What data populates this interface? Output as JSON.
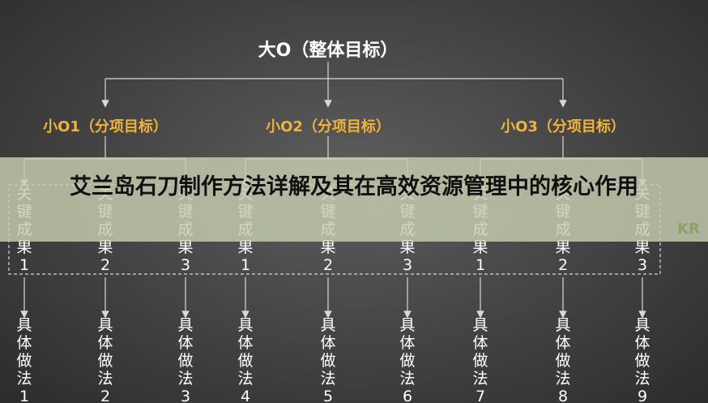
{
  "root": "大O（整体目标）",
  "objectives": [
    "小O1（分项目标）",
    "小O2（分项目标）",
    "小O3（分项目标）"
  ],
  "key_results": [
    "关键成果1",
    "关键成果2",
    "关键成果3",
    "关键成果1",
    "关键成果2",
    "关键成果3",
    "关键成果1",
    "关键成果2",
    "关键成果3"
  ],
  "methods": [
    "具体做法1",
    "具体做法2",
    "具体做法3",
    "具体做法4",
    "具体做法5",
    "具体做法6",
    "具体做法7",
    "具体做法8",
    "具体做法9"
  ],
  "banner": {
    "title": "艾兰岛石刀制作方法详解及其在高效资源管理中的核心作用"
  },
  "watermark": "KR",
  "colors": {
    "objective": "#f2b33a",
    "text": "#ffffff",
    "line": "#d8d8d8",
    "banner": "#c6ceb0"
  }
}
